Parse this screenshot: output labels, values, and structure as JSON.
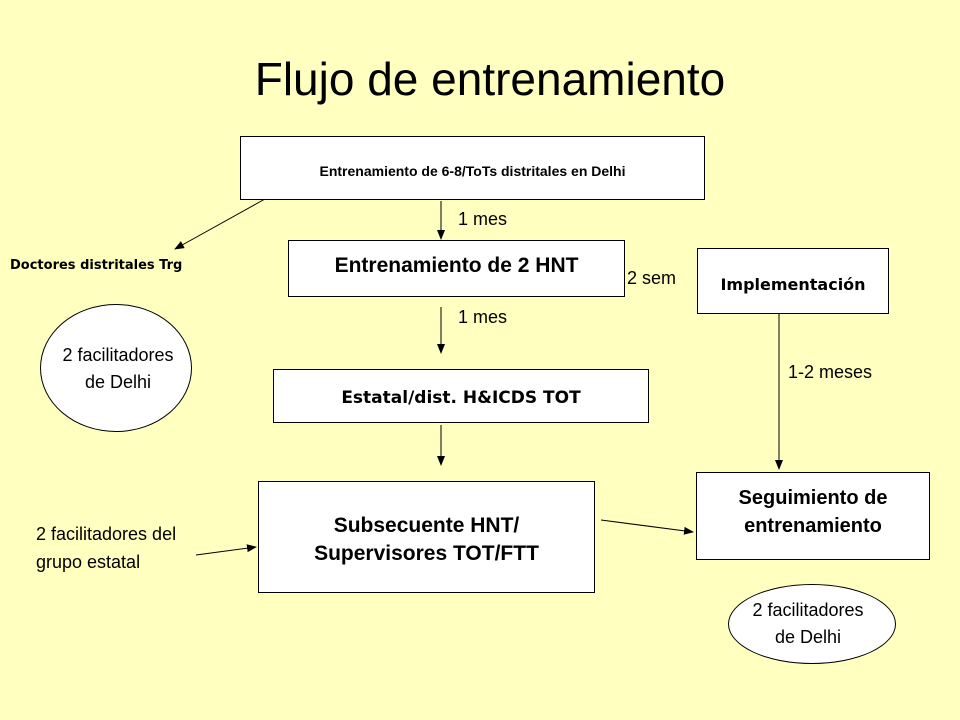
{
  "title": "Flujo de entrenamiento",
  "boxes": {
    "top": "Entrenamiento de 6-8/ToTs distritales en Delhi",
    "hnt": "Entrenamiento de 2 HNT",
    "estatal": "Estatal/dist. H&ICDS TOT",
    "subsecuente_line1": "Subsecuente HNT/",
    "subsecuente_line2": "Supervisores TOT/FTT",
    "implementacion": "Implementación",
    "seguimiento_line1": "Seguimiento de",
    "seguimiento_line2": "entrenamiento"
  },
  "labels": {
    "doctores": "Doctores distritales Trg",
    "mes1": "1 mes",
    "mes2": "1 mes",
    "sem": "2 sem",
    "meses": "1-2 meses",
    "grupo_line1": "2 facilitadores del",
    "grupo_line2": "grupo estatal"
  },
  "ellipses": {
    "left_line1": "2 facilitadores",
    "left_line2": "de Delhi",
    "right_line1": "2 facilitadores",
    "right_line2": "de Delhi"
  },
  "colors": {
    "background": "#FFFFC0",
    "box_fill": "#FFFFFF",
    "line": "#000000"
  }
}
